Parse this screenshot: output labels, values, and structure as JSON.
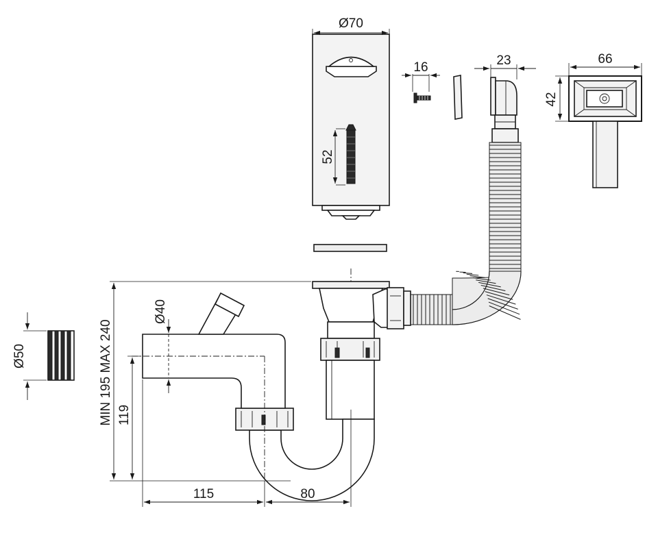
{
  "dimensions": {
    "cap_diameter": "Ø70",
    "screw_length": "16",
    "bolt_length": "52",
    "overflow_fitting_width": "23",
    "overflow_cover_width": "66",
    "overflow_cover_height": "42",
    "branch_diameter": "Ø40",
    "gasket_diameter": "Ø50",
    "total_height_range": "MIN 195 MAX 240",
    "outlet_height": "119",
    "outlet_offset": "115",
    "trap_offset": "80"
  }
}
